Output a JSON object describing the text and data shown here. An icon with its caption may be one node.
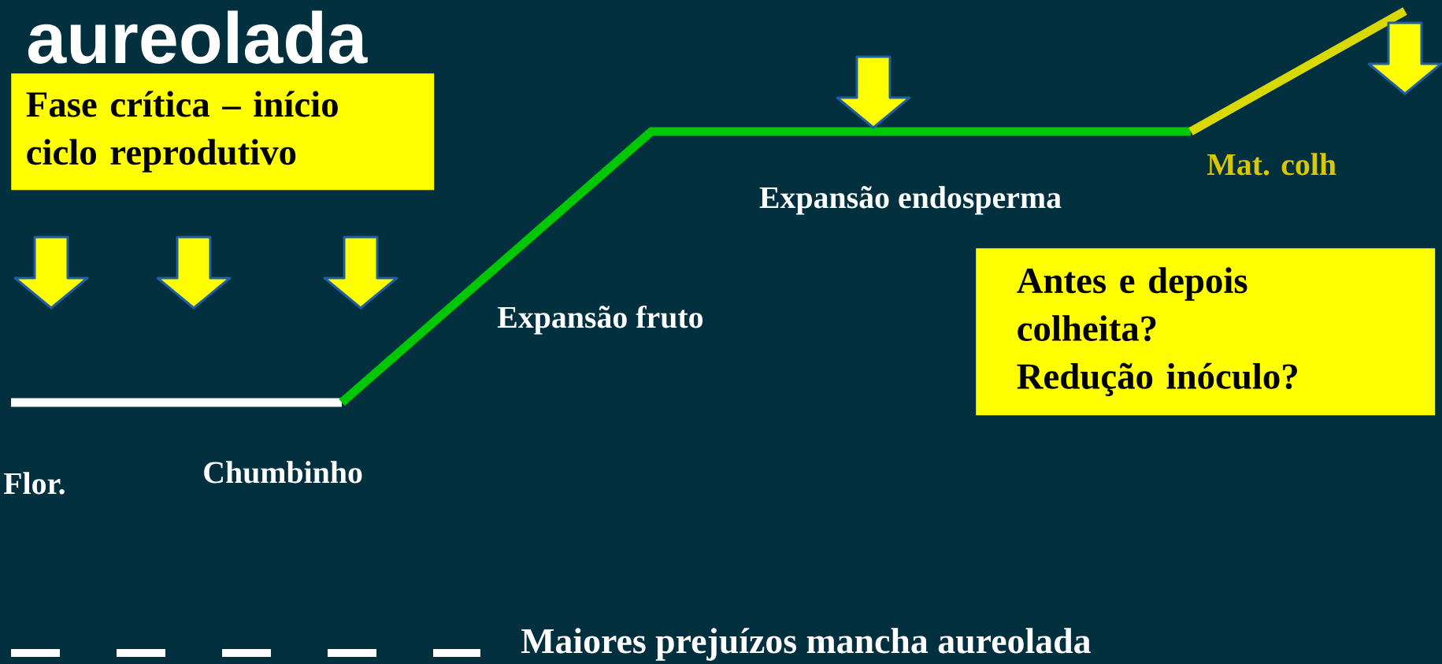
{
  "diagram": {
    "title": "aureolada",
    "nodes": [
      {
        "text": [
          "Fase crítica – início ciclo reprodutivo"
        ]
      },
      {
        "text": [
          "Antes e depois colheita?",
          "Redução inóculo?"
        ]
      }
    ],
    "labels": [
      "Mat. colh",
      "Expansão endosperma",
      "Expansão fruto",
      "Chumbinho",
      "Flor."
    ],
    "legend": [
      {
        "text": "Maiores prejuízos mancha aureolada"
      }
    ]
  }
}
